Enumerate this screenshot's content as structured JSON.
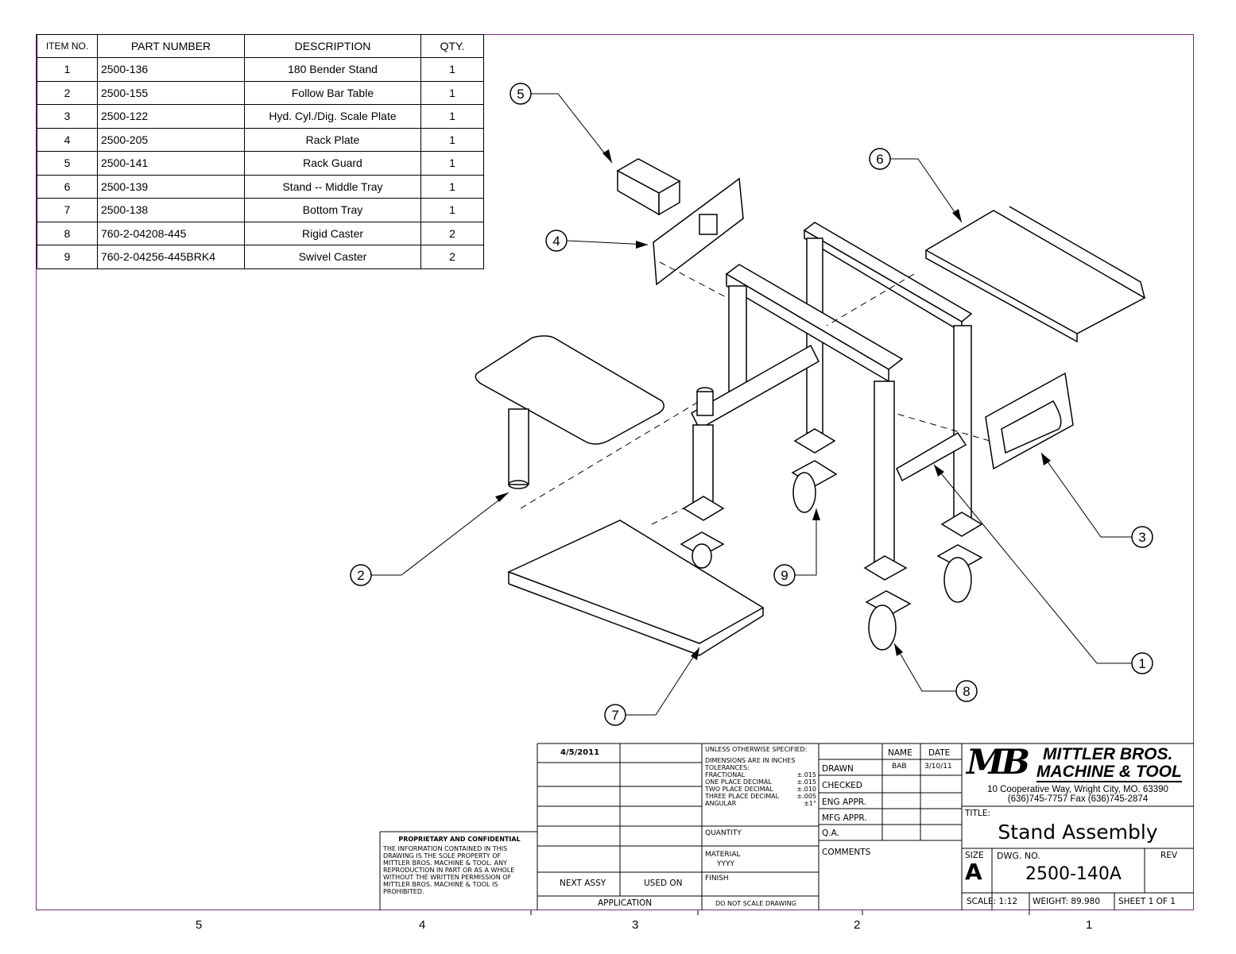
{
  "bom": {
    "headers": {
      "item": "ITEM NO.",
      "part": "PART NUMBER",
      "desc": "DESCRIPTION",
      "qty": "QTY."
    },
    "rows": [
      {
        "item": "1",
        "part": "2500-136",
        "desc": "180 Bender Stand",
        "qty": "1"
      },
      {
        "item": "2",
        "part": "2500-155",
        "desc": "Follow Bar Table",
        "qty": "1"
      },
      {
        "item": "3",
        "part": "2500-122",
        "desc": "Hyd. Cyl./Dig. Scale Plate",
        "qty": "1"
      },
      {
        "item": "4",
        "part": "2500-205",
        "desc": "Rack Plate",
        "qty": "1"
      },
      {
        "item": "5",
        "part": "2500-141",
        "desc": "Rack Guard",
        "qty": "1"
      },
      {
        "item": "6",
        "part": "2500-139",
        "desc": "Stand -- Middle Tray",
        "qty": "1"
      },
      {
        "item": "7",
        "part": "2500-138",
        "desc": "Bottom Tray",
        "qty": "1"
      },
      {
        "item": "8",
        "part": "760-2-04208-445",
        "desc": "Rigid Caster",
        "qty": "2"
      },
      {
        "item": "9",
        "part": "760-2-04256-445BRK4",
        "desc": "Swivel Caster",
        "qty": "2"
      }
    ]
  },
  "balloons": {
    "b1": "1",
    "b2": "2",
    "b3": "3",
    "b4": "4",
    "b5": "5",
    "b6": "6",
    "b7": "7",
    "b8": "8",
    "b9": "9"
  },
  "proprietary": {
    "title": "PROPRIETARY AND CONFIDENTIAL",
    "lines": [
      "THE INFORMATION CONTAINED IN THIS",
      "DRAWING IS THE SOLE PROPERTY OF",
      "MITTLER BROS. MACHINE & TOOL. ANY",
      "REPRODUCTION IN PART OR AS A WHOLE",
      "WITHOUT THE WRITTEN PERMISSION OF",
      "MITTLER BROS. MACHINE & TOOL IS",
      "PROHIBITED."
    ]
  },
  "revisions": {
    "date": "4/5/2011"
  },
  "application": {
    "next_assy": "NEXT ASSY",
    "used_on": "USED ON",
    "label": "APPLICATION"
  },
  "spec": {
    "lines": [
      "UNLESS OTHERWISE SPECIFIED:",
      "DIMENSIONS ARE IN INCHES",
      "TOLERANCES:"
    ],
    "tol": [
      {
        "label": "FRACTIONAL",
        "val": "±.015"
      },
      {
        "label": "ONE PLACE DECIMAL",
        "val": "±.015"
      },
      {
        "label": "TWO PLACE DECIMAL",
        "val": "±.010"
      },
      {
        "label": "THREE PLACE DECIMAL",
        "val": "±.005"
      },
      {
        "label": "ANGULAR",
        "val": "±1°"
      }
    ],
    "quantity": "QUANTITY",
    "material": "MATERIAL",
    "material_value": "YYYY",
    "finish": "FINISH",
    "no_scale": "DO NOT SCALE DRAWING"
  },
  "approvals": {
    "name_hdr": "NAME",
    "date_hdr": "DATE",
    "drawn": "DRAWN",
    "drawn_name": "BAB",
    "drawn_date": "3/10/11",
    "checked": "CHECKED",
    "eng": "ENG APPR.",
    "mfg": "MFG APPR.",
    "qa": "Q.A.",
    "comments": "COMMENTS"
  },
  "company": {
    "logo": "MB",
    "name1": "MITTLER BROS.",
    "name2": "MACHINE & TOOL",
    "address": "10 Cooperative Way, Wright City, MO. 63390",
    "phone": "(636)745-7757  Fax (636)745-2874"
  },
  "title_block": {
    "title_label": "TITLE:",
    "title": "Stand Assembly",
    "size_label": "SIZE",
    "size": "A",
    "dwg_label": "DWG.  NO.",
    "dwg_no": "2500-140A",
    "rev_label": "REV",
    "scale": "SCALE: 1:12",
    "weight": "WEIGHT: 89.980",
    "sheet": "SHEET 1 OF 1"
  },
  "zones": {
    "z5": "5",
    "z4": "4",
    "z3": "3",
    "z2": "2",
    "z1": "1"
  },
  "colors": {
    "border": "#7a2b7a"
  }
}
